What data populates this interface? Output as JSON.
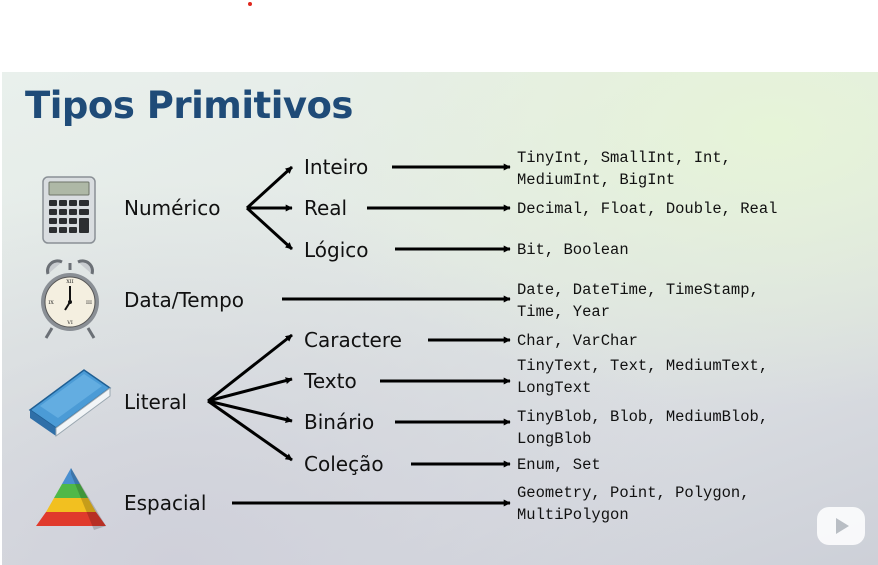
{
  "title": "Tipos Primitivos",
  "categories": {
    "numerico": "Numérico",
    "data_tempo": "Data/Tempo",
    "literal": "Literal",
    "espacial": "Espacial"
  },
  "subcategories": {
    "inteiro": "Inteiro",
    "real": "Real",
    "logico": "Lógico",
    "caractere": "Caractere",
    "texto": "Texto",
    "binario": "Binário",
    "colecao": "Coleção"
  },
  "values": {
    "inteiro": "TinyInt, SmallInt, Int,\nMediumInt, BigInt",
    "real": "Decimal, Float, Double, Real",
    "logico": "Bit, Boolean",
    "data_tempo": "Date, DateTime, TimeStamp,\nTime, Year",
    "caractere": "Char, VarChar",
    "texto": "TinyText, Text, MediumText,\nLongText",
    "binario": "TinyBlob, Blob, MediumBlob,\nLongBlob",
    "colecao": "Enum, Set",
    "espacial": "Geometry, Point, Polygon,\nMultiPolygon"
  },
  "icons": {
    "numerico": "calculator-icon",
    "data_tempo": "alarm-clock-icon",
    "literal": "book-icon",
    "espacial": "pyramid-icon",
    "player": "play-icon"
  },
  "colors": {
    "title": "#1f4b78",
    "arrow": "#000000",
    "marker": "#e0281e"
  }
}
